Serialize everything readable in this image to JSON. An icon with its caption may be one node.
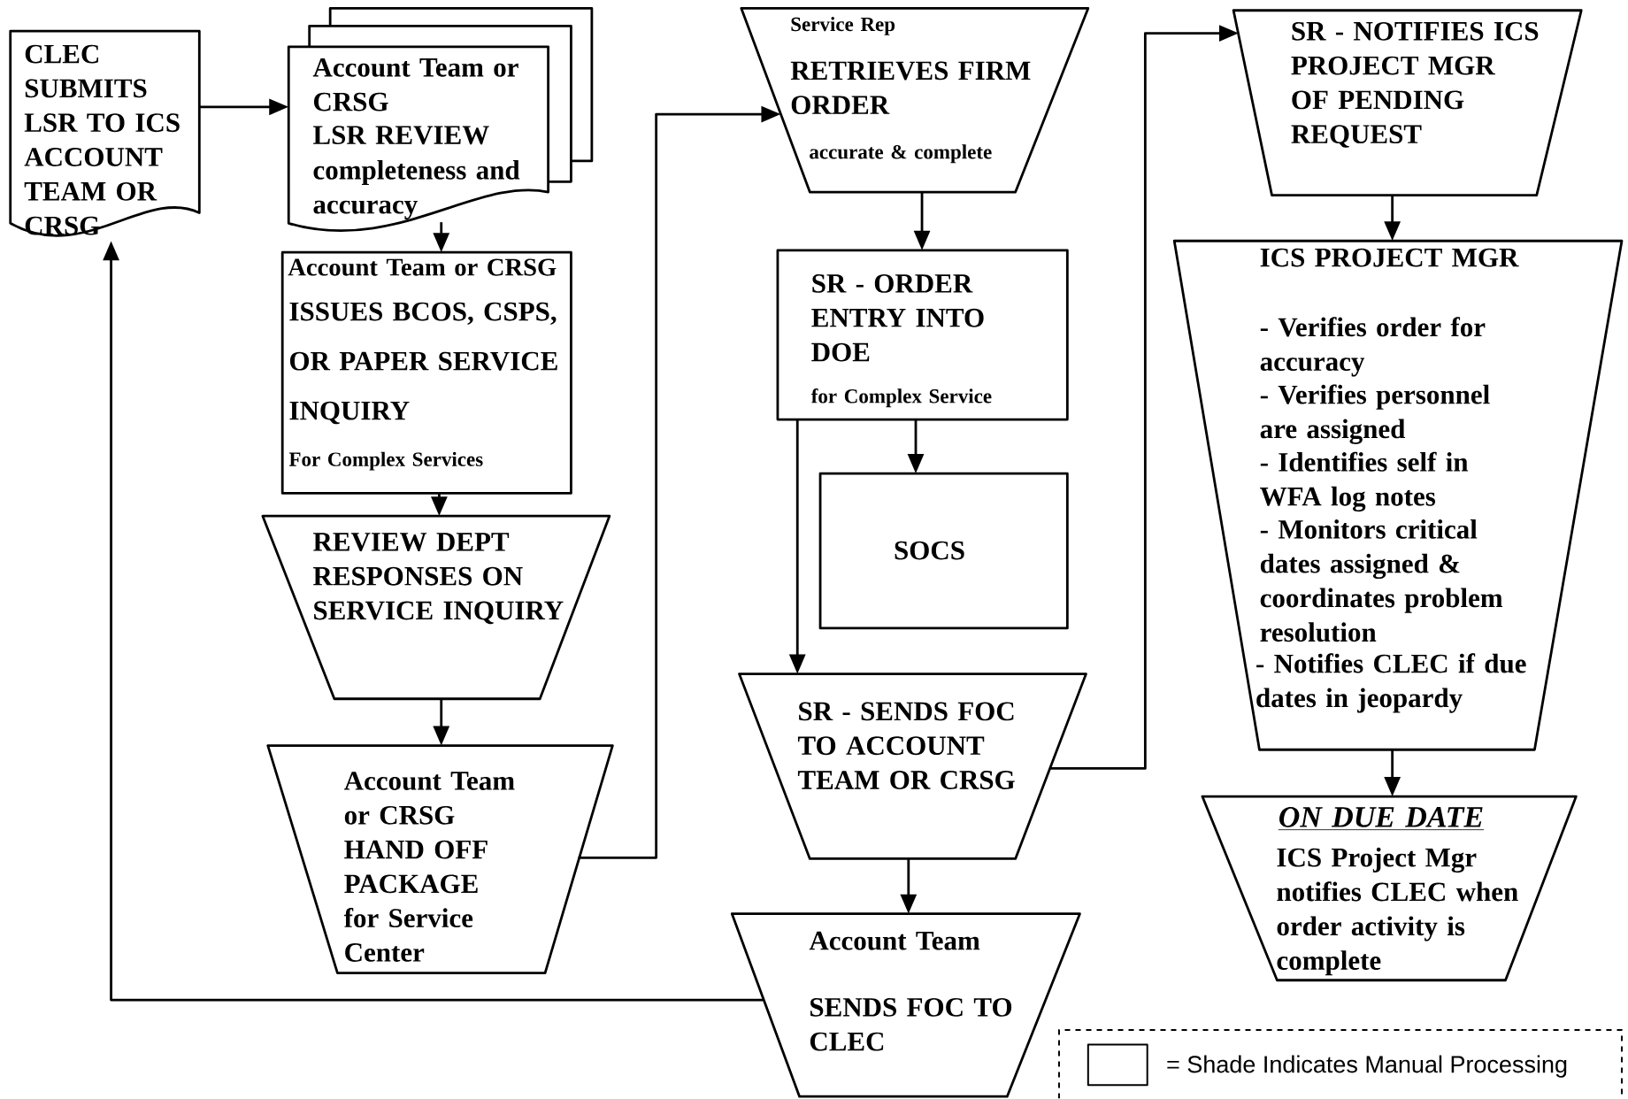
{
  "diagram": {
    "nodes": [
      {
        "text": [
          "CLEC SUBMITS LSR TO ICS ACCOUNT TEAM OR CRSG"
        ]
      },
      {
        "text": [
          "Account Team or CRSG",
          "LSR REVIEW",
          "completeness and accuracy"
        ]
      },
      {
        "text": [
          "Account Team or CRSG",
          "ISSUES BCOS, CSPS, OR PAPER SERVICE INQUIRY",
          "For Complex Services"
        ]
      },
      {
        "text": [
          "REVIEW DEPT RESPONSES ON SERVICE INQUIRY"
        ]
      },
      {
        "text": [
          "Account Team or CRSG HAND OFF PACKAGE for Service Center"
        ]
      },
      {
        "text": [
          "Service Rep",
          "RETRIEVES FIRM ORDER",
          "accurate & complete"
        ]
      },
      {
        "text": [
          "SR - ORDER ENTRY INTO DOE",
          "for Complex Service"
        ]
      },
      {
        "text": [
          "SOCS"
        ]
      },
      {
        "text": [
          "SR - SENDS FOC TO ACCOUNT TEAM OR CRSG"
        ]
      },
      {
        "text": [
          "Account Team",
          "SENDS FOC TO CLEC"
        ]
      },
      {
        "text": [
          "SR - NOTIFIES ICS PROJECT MGR OF PENDING REQUEST"
        ]
      },
      {
        "text": [
          "ICS PROJECT MGR",
          "- Verifies order for accuracy",
          "- Verifies personnel are assigned",
          "- Identifies self in WFA log notes",
          "- Monitors critical dates assigned & coordinates problem resolution",
          "- Notifies CLEC if due dates in jeopardy"
        ]
      },
      {
        "text": [
          "ON DUE DATE",
          "ICS Project Mgr notifies CLEC when order activity is complete"
        ]
      }
    ],
    "edges": [
      {
        "from": 0,
        "to": 1,
        "arrow": "to"
      },
      {
        "from": 1,
        "to": 2,
        "arrow": "to"
      },
      {
        "from": 2,
        "to": 3,
        "arrow": "to"
      },
      {
        "from": 3,
        "to": 4,
        "arrow": "to"
      },
      {
        "from": 4,
        "to": 5,
        "arrow": "to"
      },
      {
        "from": 5,
        "to": 6,
        "arrow": "to"
      },
      {
        "from": 6,
        "to": 7,
        "arrow": "to"
      },
      {
        "from": 6,
        "to": 8,
        "arrow": "to"
      },
      {
        "from": 8,
        "to": 9,
        "arrow": "to"
      },
      {
        "from": 8,
        "to": 10,
        "arrow": "to"
      },
      {
        "from": 10,
        "to": 11,
        "arrow": "to"
      },
      {
        "from": 11,
        "to": 12,
        "arrow": "to"
      },
      {
        "from": 9,
        "to": 0,
        "arrow": "to"
      }
    ],
    "legend": [
      {
        "text": "= Shade Indicates Manual Processing"
      }
    ]
  }
}
